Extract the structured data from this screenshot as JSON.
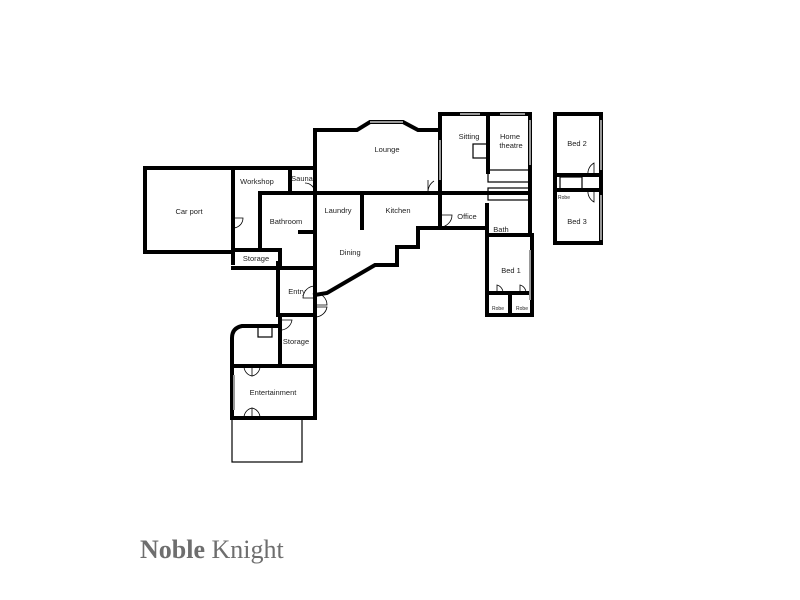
{
  "plan": {
    "rooms": {
      "car_port": "Car port",
      "workshop": "Workshop",
      "sauna": "Sauna",
      "bathroom": "Bathroom",
      "storage_1": "Storage",
      "laundry": "Laundry",
      "kitchen": "Kitchen",
      "lounge": "Lounge",
      "dining": "Dining",
      "entry": "Entry",
      "storage_2": "Storage",
      "entertainment": "Entertainment",
      "sitting": "Sitting",
      "home_theatre_1": "Home",
      "home_theatre_2": "theatre",
      "office": "Office",
      "bath": "Bath",
      "bed_1": "Bed 1",
      "robe_1": "Robe",
      "robe_2": "Robe",
      "bed_2": "Bed 2",
      "robe_3": "Robe",
      "bed_3": "Bed 3"
    }
  },
  "brand": {
    "bold": "Noble",
    "regular": "Knight",
    "color": "#6e6e6e"
  }
}
